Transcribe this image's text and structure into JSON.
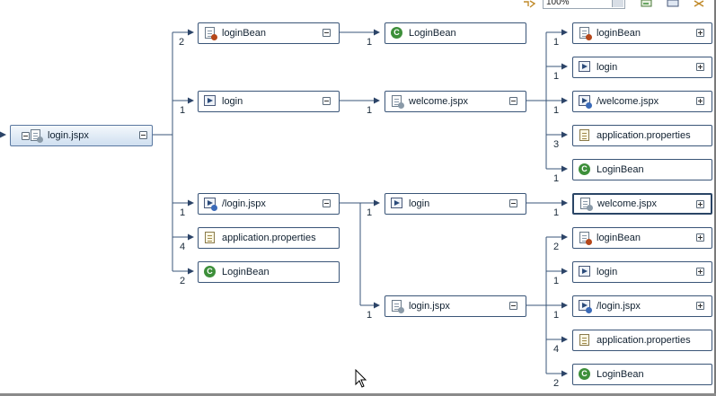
{
  "toolbar": {
    "zoom_value": "100%",
    "icons": [
      "layout-icon",
      "export-icon",
      "print-icon",
      "settings-icon"
    ]
  },
  "colors": {
    "edge": "#3a5578",
    "node_border": "#3a5578",
    "root_fill": "#cfdff0",
    "class_icon": "#3d8f3a"
  },
  "nodes": {
    "root": {
      "label": "login.jspx",
      "icon": "page-icon"
    },
    "c1_loginbean": {
      "label": "loginBean",
      "icon": "bean-page-icon"
    },
    "c1_login": {
      "label": "login",
      "icon": "navigation-icon"
    },
    "c1_login_jspx": {
      "label": "/login.jspx",
      "icon": "navigation-page-icon"
    },
    "c1_app_props": {
      "label": "application.properties",
      "icon": "properties-icon"
    },
    "c1_loginbean_class": {
      "label": "LoginBean",
      "icon": "class-icon"
    },
    "c2_loginbean_class": {
      "label": "LoginBean",
      "icon": "class-icon"
    },
    "c2_welcome": {
      "label": "welcome.jspx",
      "icon": "page-icon"
    },
    "c2_login": {
      "label": "login",
      "icon": "navigation-icon"
    },
    "c2_login_jspx": {
      "label": "login.jspx",
      "icon": "page-icon"
    },
    "c3_loginbean_a": {
      "label": "loginBean",
      "icon": "bean-page-icon"
    },
    "c3_login_a": {
      "label": "login",
      "icon": "navigation-icon"
    },
    "c3_welcome_nav": {
      "label": "/welcome.jspx",
      "icon": "navigation-page-icon"
    },
    "c3_app_props_a": {
      "label": "application.properties",
      "icon": "properties-icon"
    },
    "c3_loginbean_class_a": {
      "label": "LoginBean",
      "icon": "class-icon"
    },
    "c3_welcome": {
      "label": "welcome.jspx",
      "icon": "page-icon"
    },
    "c3_loginbean_b": {
      "label": "loginBean",
      "icon": "bean-page-icon"
    },
    "c3_login_b": {
      "label": "login",
      "icon": "navigation-icon"
    },
    "c3_login_jspx_nav": {
      "label": "/login.jspx",
      "icon": "navigation-page-icon"
    },
    "c3_app_props_b": {
      "label": "application.properties",
      "icon": "properties-icon"
    },
    "c3_loginbean_class_b": {
      "label": "LoginBean",
      "icon": "class-icon"
    }
  },
  "edge_counts": {
    "e_loginbean": "2",
    "e_login": "1",
    "e_login_jspx": "1",
    "e_app_props": "4",
    "e_loginbean_class": "2",
    "e_c2_loginbean_class": "1",
    "e_c2_welcome": "1",
    "e_c2_login": "1",
    "e_c2_login_jspx": "1",
    "e_c3_loginbean_a": "1",
    "e_c3_login_a": "1",
    "e_c3_welcome_nav": "1",
    "e_c3_app_props_a": "3",
    "e_c3_loginbean_class_a": "1",
    "e_c3_welcome": "1",
    "e_c3_loginbean_b": "2",
    "e_c3_login_b": "1",
    "e_c3_login_jspx_nav": "1",
    "e_c3_app_props_b": "4",
    "e_c3_loginbean_class_b": "2"
  }
}
